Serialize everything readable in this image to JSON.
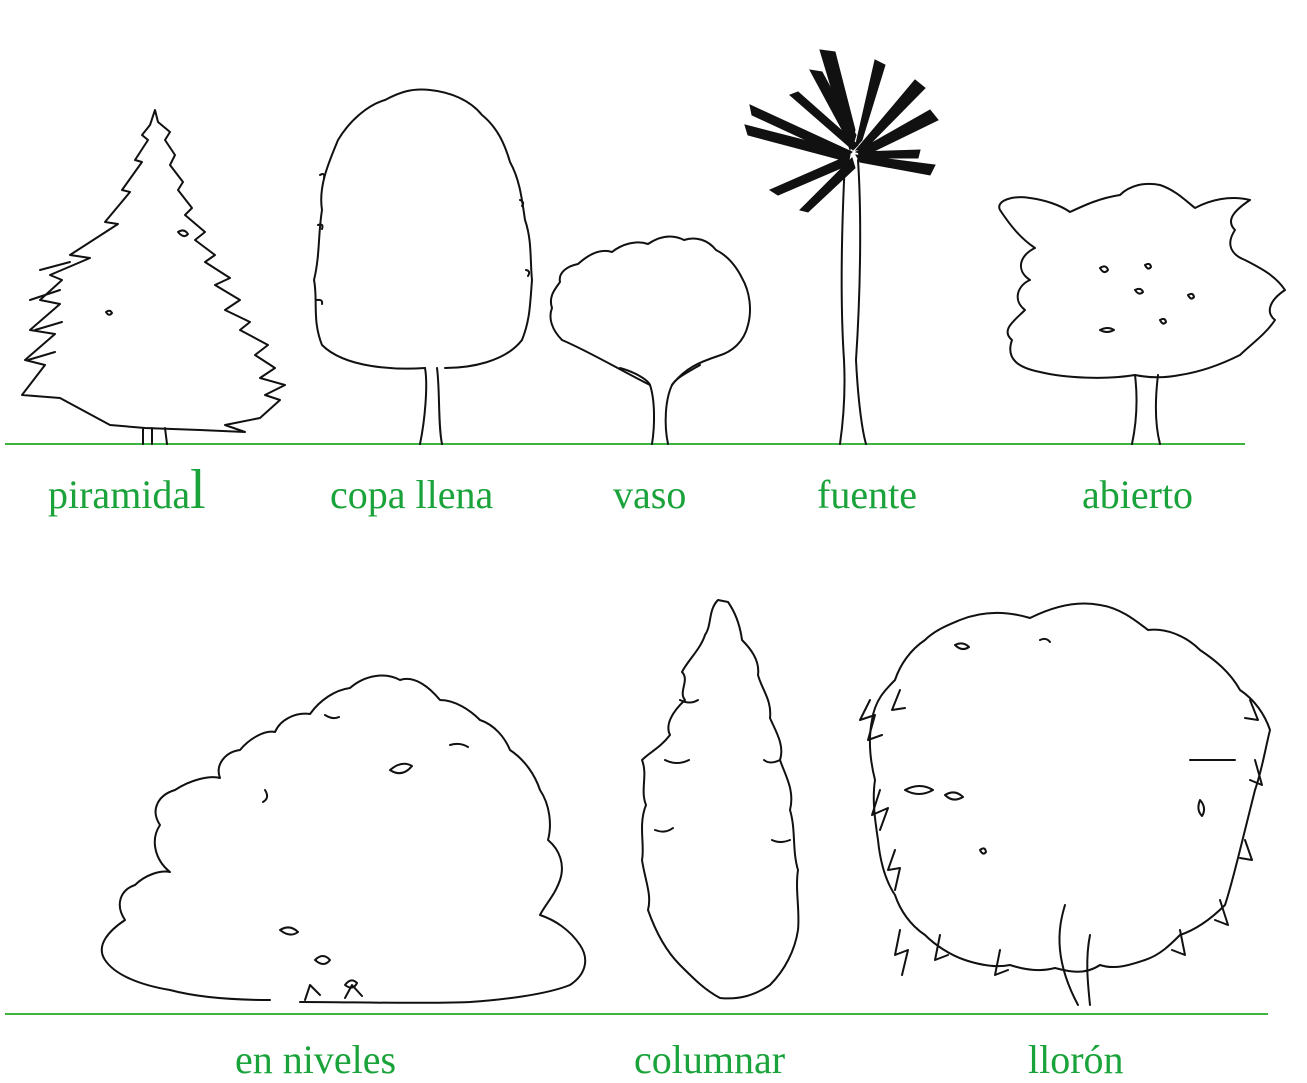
{
  "colors": {
    "label": "#1aa33a",
    "ground": "#3fb33f",
    "outline": "#111111"
  },
  "rows": [
    {
      "trees": [
        {
          "label_main": "piramida",
          "label_tail": "l",
          "icon": "pyramidal-tree-icon"
        },
        {
          "label": "copa llena",
          "icon": "full-crown-tree-icon"
        },
        {
          "label": "vaso",
          "icon": "vase-tree-icon"
        },
        {
          "label": "fuente",
          "icon": "fountain-palm-icon"
        },
        {
          "label": "abierto",
          "icon": "open-tree-icon"
        }
      ]
    },
    {
      "trees": [
        {
          "label": "en niveles",
          "icon": "tiered-tree-icon"
        },
        {
          "label": "columnar",
          "icon": "columnar-tree-icon"
        },
        {
          "label": "llorón",
          "icon": "weeping-tree-icon"
        }
      ]
    }
  ]
}
